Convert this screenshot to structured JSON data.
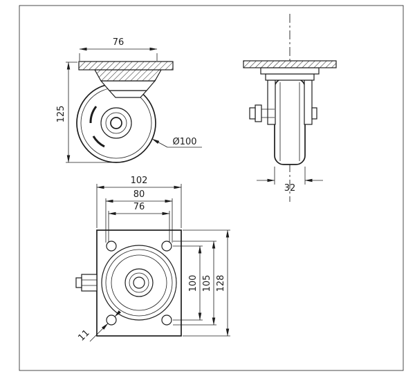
{
  "drawing": {
    "background_color": "#ffffff",
    "line_color": "#1c1c1c",
    "type": "caster-wheel-technical-drawing"
  },
  "views": {
    "side": {
      "label": "side-view",
      "dims": {
        "plate_offset": "76",
        "overall_height": "125",
        "wheel_diameter": "Ø100"
      }
    },
    "front": {
      "label": "front-view",
      "dims": {
        "wheel_width": "32"
      }
    },
    "top": {
      "label": "top-plan-view",
      "dims": {
        "plate_width": "102",
        "pitch_outer_x": "80",
        "pitch_inner_x": "76",
        "pitch_inner_y": "100",
        "pitch_outer_y": "105",
        "plate_length": "128",
        "hole_diameter": "11"
      }
    }
  }
}
